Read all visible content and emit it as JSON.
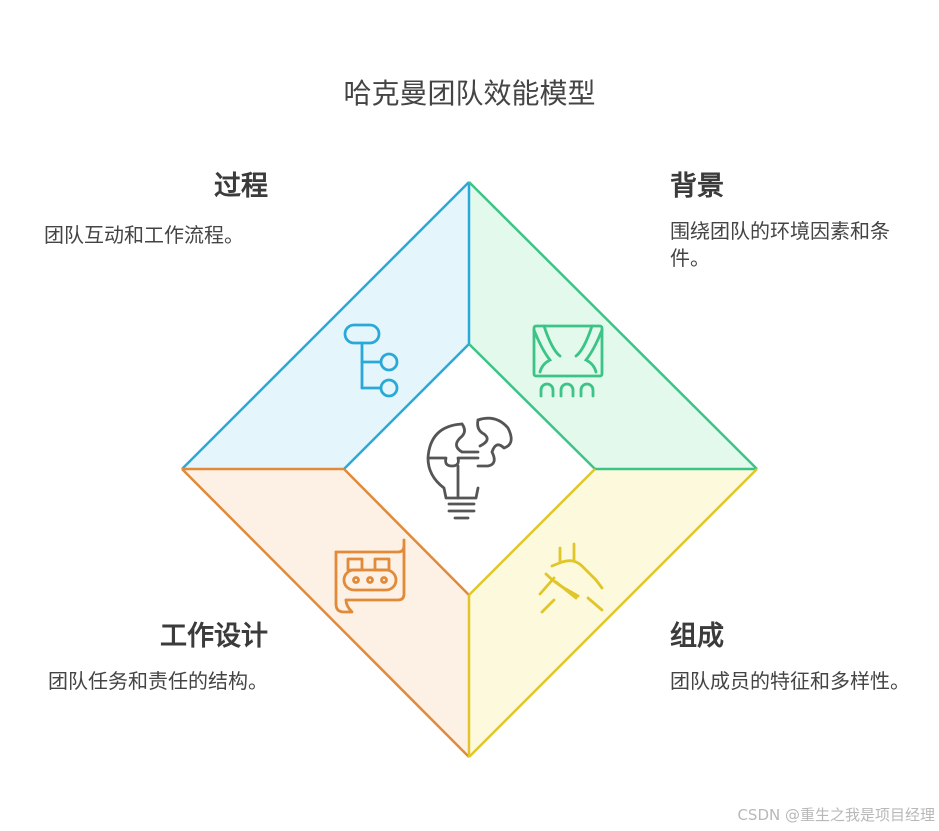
{
  "title": "哈克曼团队效能模型",
  "quadrants": {
    "process": {
      "title": "过程",
      "description": "团队互动和工作流程。",
      "color": "#2aa9d8",
      "fill": "#e4f6fc",
      "icon": "flowchart-icon"
    },
    "context": {
      "title": "背景",
      "description": "围绕团队的环境因素和条件。",
      "color": "#3cc488",
      "fill": "#e2f9ec",
      "icon": "stage-curtain-icon"
    },
    "work_design": {
      "title": "工作设计",
      "description": "团队任务和责任的结构。",
      "color": "#e08a3a",
      "fill": "#fdf0e4",
      "icon": "conveyor-scroll-icon"
    },
    "composition": {
      "title": "组成",
      "description": "团队成员的特征和多样性。",
      "color": "#e0c628",
      "fill": "#fdf9dc",
      "icon": "hands-together-icon"
    }
  },
  "center": {
    "icon": "puzzle-lightbulb-icon"
  },
  "watermark": "CSDN @重生之我是项目经理"
}
